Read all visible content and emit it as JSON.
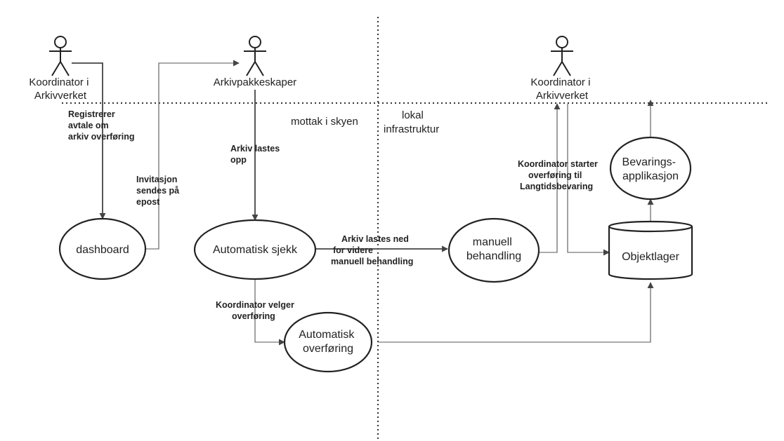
{
  "actors": {
    "coordinator_left": [
      "Koordinator i",
      "Arkivverket"
    ],
    "packager": [
      "Arkivpakkeskaper"
    ],
    "coordinator_right": [
      "Koordinator i",
      "Arkivverket"
    ]
  },
  "zones": {
    "cloud": "mottak i skyen",
    "local": [
      "lokal",
      "infrastruktur"
    ]
  },
  "nodes": {
    "dashboard": [
      "dashboard"
    ],
    "auto_check": [
      "Automatisk sjekk"
    ],
    "auto_transfer": [
      "Automatisk",
      "overføring"
    ],
    "manual": [
      "manuell",
      "behandling"
    ],
    "object_store": [
      "Objektlager"
    ],
    "preservation_app": [
      "Bevarings-",
      "applikasjon"
    ]
  },
  "edge_labels": {
    "register": [
      "Registrerer",
      "avtale om",
      "arkiv overføring"
    ],
    "invite": [
      "Invitasjon",
      "sendes på",
      "epost"
    ],
    "upload": [
      "Arkiv lastes",
      "opp"
    ],
    "download": [
      "Arkiv lastes ned",
      "for videre",
      "manuell behandling"
    ],
    "select_transfer": [
      "Koordinator velger",
      "overføring"
    ],
    "start_transfer": [
      "Koordinator starter",
      "overføring til",
      "Langtidsbevaring"
    ]
  }
}
